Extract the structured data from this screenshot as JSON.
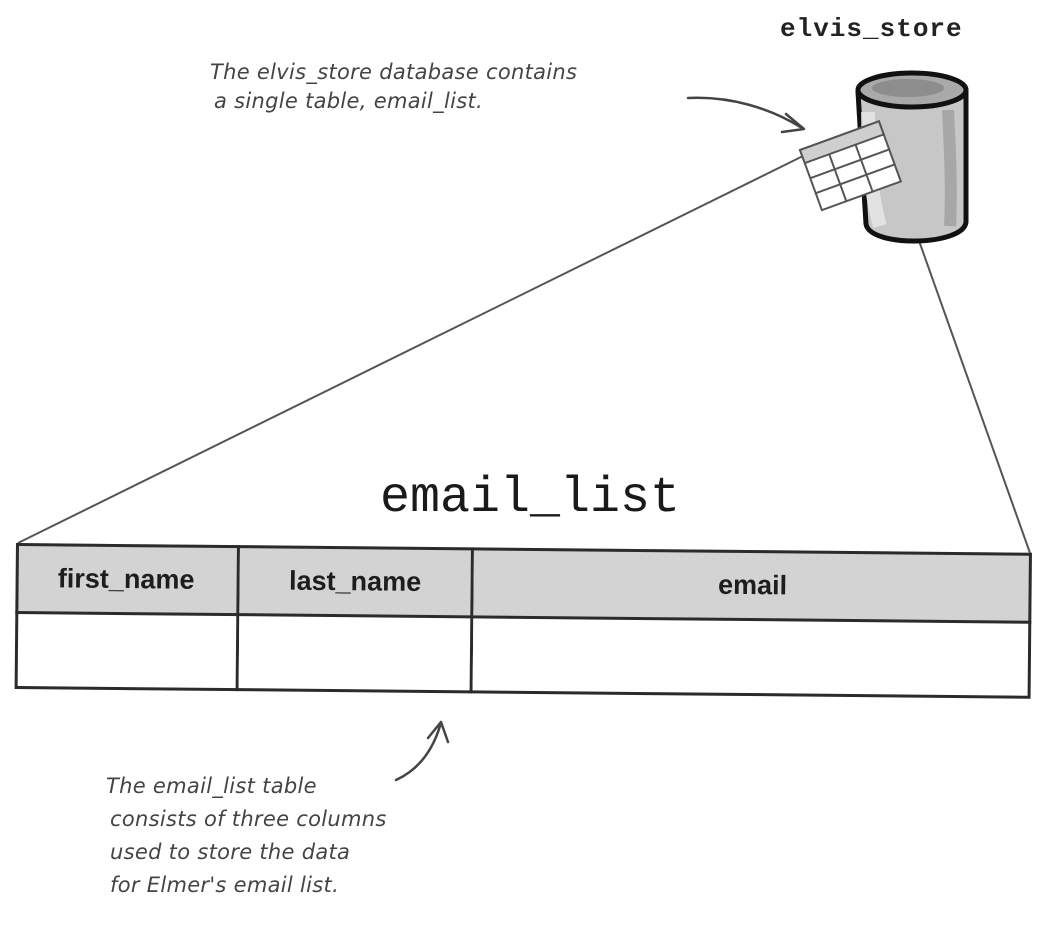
{
  "database": {
    "name": "elvis_store",
    "note_lines": [
      "The elvis_store database contains",
      "a single table, email_list."
    ]
  },
  "table": {
    "name": "email_list",
    "columns": [
      "first_name",
      "last_name",
      "email"
    ],
    "rows": [
      [
        "",
        "",
        ""
      ]
    ],
    "note_lines": [
      "The email_list table",
      "consists of three columns",
      "used to store the data",
      "for Elmer's email list."
    ]
  },
  "colors": {
    "header_fill": "#d3d3d3",
    "line": "#2b2b2b",
    "drum": "#c4c4c4"
  },
  "icons": [
    "database-cylinder-icon",
    "table-grid-icon",
    "arrow-icon"
  ]
}
